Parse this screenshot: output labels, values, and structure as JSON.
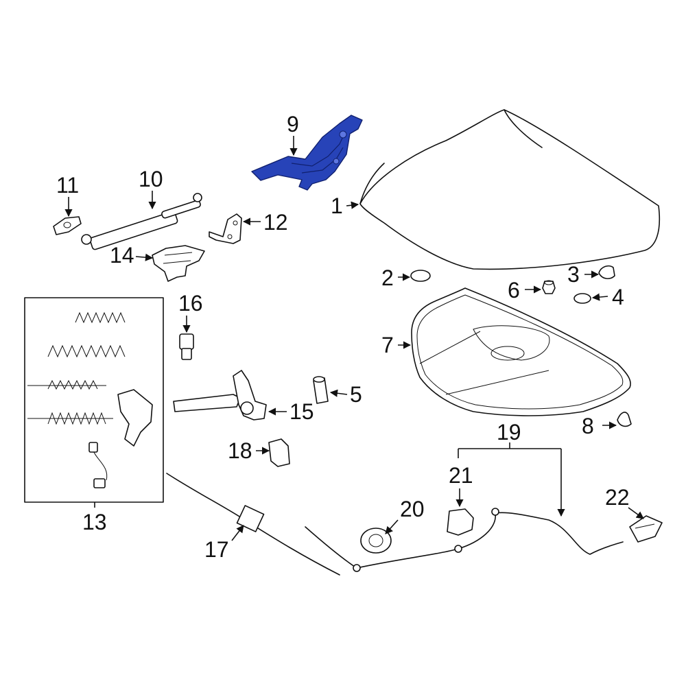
{
  "diagram": {
    "highlight_color": "#2743b8",
    "callouts": [
      "1",
      "2",
      "3",
      "4",
      "5",
      "6",
      "7",
      "8",
      "9",
      "10",
      "11",
      "12",
      "13",
      "14",
      "15",
      "16",
      "17",
      "18",
      "19",
      "20",
      "21",
      "22"
    ]
  }
}
